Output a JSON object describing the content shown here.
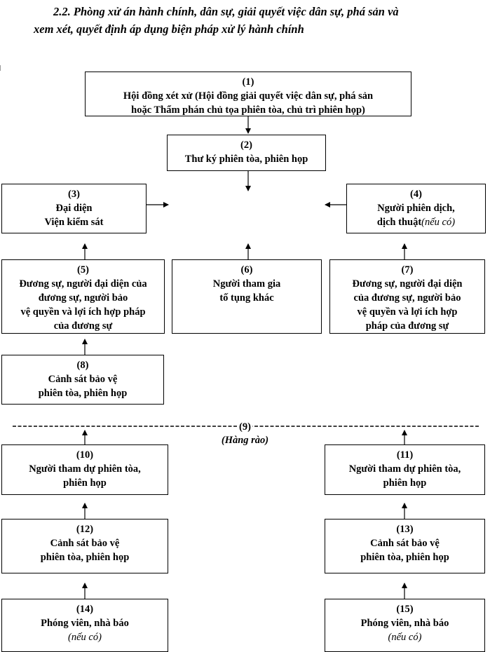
{
  "heading": {
    "line1": "2.2. Phòng xử án hành chính, dân sự, giải quyết việc dân sự, phá sản và",
    "line2": "xem xét, quyết định áp dụng biện pháp xử lý hành chính"
  },
  "boxes": {
    "b1": {
      "num": "(1)",
      "line1": "Hội đồng xét xử (Hội đồng giải quyết việc dân sự, phá sản",
      "line2": "hoặc Thẩm phán chủ tọa phiên tòa, chủ trì phiên họp)"
    },
    "b2": {
      "num": "(2)",
      "line1": "Thư ký phiên tòa, phiên họp"
    },
    "b3": {
      "num": "(3)",
      "line1": "Đại diện",
      "line2": "Viện kiểm sát"
    },
    "b4": {
      "num": "(4)",
      "line1": "Người phiên dịch,",
      "line2": "dịch thuật",
      "note": "(nếu có)"
    },
    "b5": {
      "num": "(5)",
      "line1": "Đương sự, người đại diện của",
      "line2": "đương sự, người bảo",
      "line3": "vệ quyền và lợi ích hợp pháp",
      "line4": "của đương sự"
    },
    "b6": {
      "num": "(6)",
      "line1": "Người tham gia",
      "line2": "tố tụng khác"
    },
    "b7": {
      "num": "(7)",
      "line1": "Đương sự, người đại diện",
      "line2": "của đương sự, người bảo",
      "line3": "vệ quyền và lợi ích hợp",
      "line4": "pháp của đương sự"
    },
    "b8": {
      "num": "(8)",
      "line1": "Cảnh sát bảo vệ",
      "line2": "phiên tòa, phiên họp"
    },
    "b10": {
      "num": "(10)",
      "line1": "Người tham dự phiên tòa,",
      "line2": "phiên họp"
    },
    "b11": {
      "num": "(11)",
      "line1": "Người tham dự phiên tòa,",
      "line2": "phiên họp"
    },
    "b12": {
      "num": "(12)",
      "line1": "Cảnh sát bảo vệ",
      "line2": "phiên tòa, phiên họp"
    },
    "b13": {
      "num": "(13)",
      "line1": "Cảnh sát bảo vệ",
      "line2": "phiên tòa, phiên họp"
    },
    "b14": {
      "num": "(14)",
      "line1": "Phóng viên, nhà báo",
      "note": "(nếu có)"
    },
    "b15": {
      "num": "(15)",
      "line1": "Phóng viên, nhà báo",
      "note": "(nếu có)"
    }
  },
  "fence": {
    "num": "(9)",
    "label": "(Hàng rào)"
  }
}
